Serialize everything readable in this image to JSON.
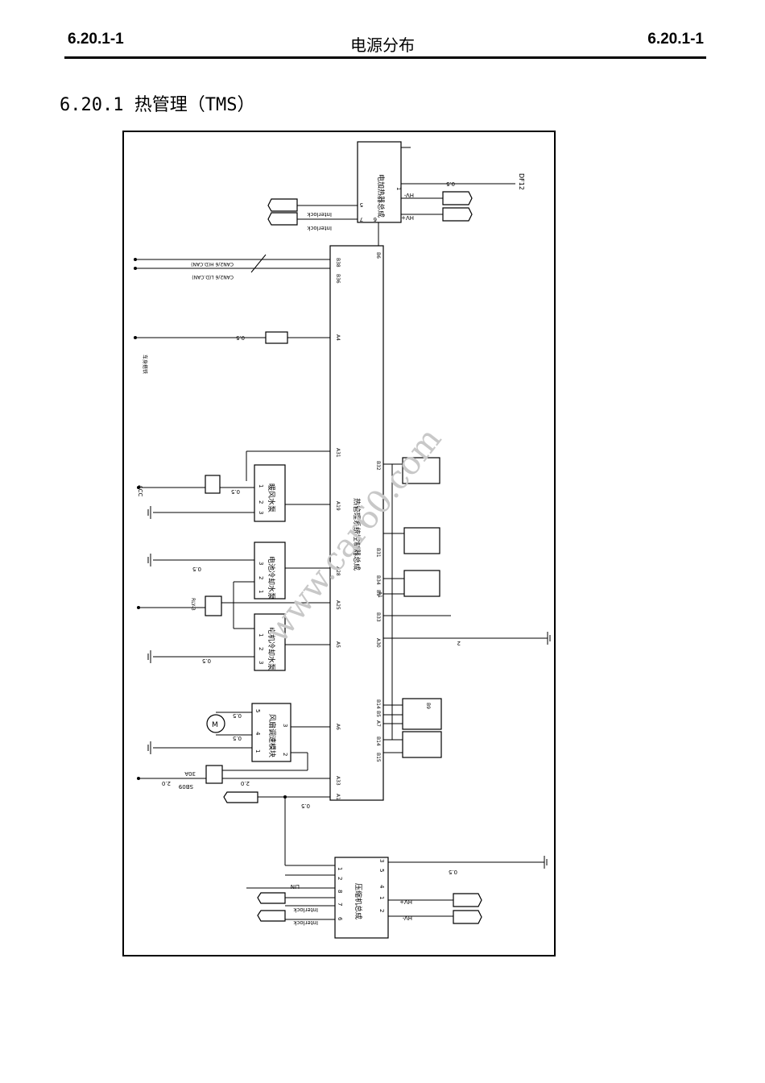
{
  "header": {
    "left": "6.20.1-1",
    "center": "电源分布",
    "right": "6.20.1-1"
  },
  "section_title": "6.20.1 热管理（TMS）",
  "watermark": "www.car60.com",
  "diagram": {
    "top_module": {
      "name": "电加热器总成",
      "pins": [
        "5",
        "7",
        "6",
        "1"
      ],
      "labels": [
        "Interlock",
        "Interlock",
        "HV-",
        "HV+"
      ],
      "wire_0_5": "0.5",
      "df": "DF12"
    },
    "main_controller": {
      "name": "热管理系统控制器总成",
      "pins_left": [
        "B38",
        "B36",
        "A4",
        "A31",
        "A19",
        "A28",
        "A25",
        "A5",
        "A6",
        "A33",
        "A1"
      ],
      "pins_right": [
        "B6",
        "B32",
        "B31",
        "B34",
        "B9",
        "B33",
        "A30",
        "B14",
        "B5",
        "A7",
        "B14",
        "B15"
      ]
    },
    "can": {
      "line1": "CAN2/6 H(D.CAN)",
      "line2": "CAN2/6 L(D.CAN)"
    },
    "pumps": [
      {
        "name": "暖风水泵",
        "pins": [
          "1",
          "2",
          "3"
        ]
      },
      {
        "name": "电池冷却水泵",
        "pins": [
          "3",
          "2",
          "1"
        ]
      },
      {
        "name": "电机冷却水泵",
        "pins": [
          "1",
          "2",
          "3"
        ]
      }
    ],
    "fan_module": {
      "name": "风扇调速模块",
      "pins": [
        "5",
        "4",
        "1",
        "2",
        "3"
      ],
      "motor": "M"
    },
    "fuse": {
      "label": "SB09",
      "rating": "30A",
      "wire": "2.0"
    },
    "relay": "RLY-3",
    "acc": "ACC",
    "ground_label": "车身搭铁",
    "compressor": {
      "name": "压缩机总成",
      "pins_left": [
        "1",
        "2",
        "8",
        "7",
        "6"
      ],
      "pins_right": [
        "3",
        "5",
        "4",
        "1",
        "2"
      ],
      "labels": [
        "LIN",
        "Interlock",
        "Interlock",
        "HV+",
        "HV-"
      ],
      "lin": "LIN"
    },
    "wire_values": [
      "0.5",
      "2.0",
      "2"
    ],
    "sensor_pins": [
      "A1",
      "B9",
      "B33",
      "B34"
    ]
  }
}
